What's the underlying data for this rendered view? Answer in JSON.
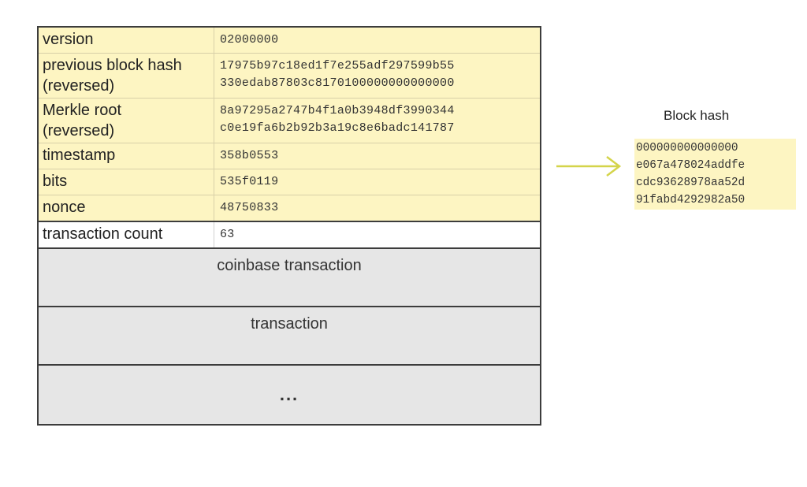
{
  "header_fields": [
    {
      "label": "version",
      "value": [
        "02000000"
      ]
    },
    {
      "label": "previous block hash\n(reversed)",
      "value": [
        "17975b97c18ed1f7e255adf297599b55",
        "330edab87803c8170100000000000000"
      ]
    },
    {
      "label": "Merkle root\n(reversed)",
      "value": [
        "8a97295a2747b4f1a0b3948df3990344",
        "c0e19fa6b2b92b3a19c8e6badc141787"
      ]
    },
    {
      "label": "timestamp",
      "value": [
        "358b0553"
      ]
    },
    {
      "label": "bits",
      "value": [
        "535f0119"
      ]
    },
    {
      "label": "nonce",
      "value": [
        "48750833"
      ]
    }
  ],
  "transaction_count": {
    "label": "transaction count",
    "value": "63"
  },
  "transactions": [
    "coinbase transaction",
    "transaction",
    "..."
  ],
  "block_hash": {
    "title": "Block hash",
    "lines": [
      "000000000000000",
      "e067a478024addfe",
      "cdc93628978aa52d",
      "91fabd4292982a50"
    ]
  },
  "colors": {
    "header_fill": "#fdf5c2",
    "transaction_fill": "#e6e6e6",
    "arrow": "#d4d44a",
    "border": "#3c3c3c"
  }
}
